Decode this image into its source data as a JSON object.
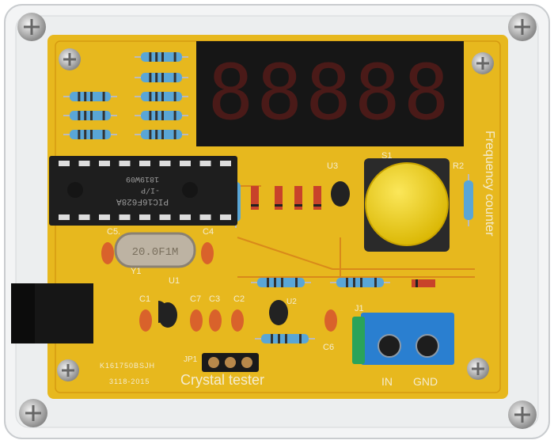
{
  "product": {
    "title": "Frequency counter",
    "subtitle": "Crystal tester",
    "board_id": "K161750BSJH",
    "board_date": "3118-2015"
  },
  "display": {
    "digits": "88888"
  },
  "chip": {
    "part": "PIC16F628A",
    "suffix": "-I/P",
    "lot": "1819W09"
  },
  "crystal": {
    "marking": "20.0F1M"
  },
  "labels": {
    "c5": "C5.",
    "c4": "C4",
    "y1": "Y1",
    "u1": "U1",
    "c1": "C1",
    "c7": "C7",
    "c3": "C3",
    "c2": "C2",
    "u2": "U2",
    "u3": "U3",
    "s1": "S1",
    "r2": "R2",
    "j1": "J1",
    "c6": "C6",
    "jp1": "JP1",
    "in": "IN",
    "gnd": "GND"
  },
  "colors": {
    "pcb": "#e7b81e",
    "display_red": "#c8322a",
    "button_yellow": "#f2d21a",
    "terminal_blue": "#2a7fd0"
  }
}
